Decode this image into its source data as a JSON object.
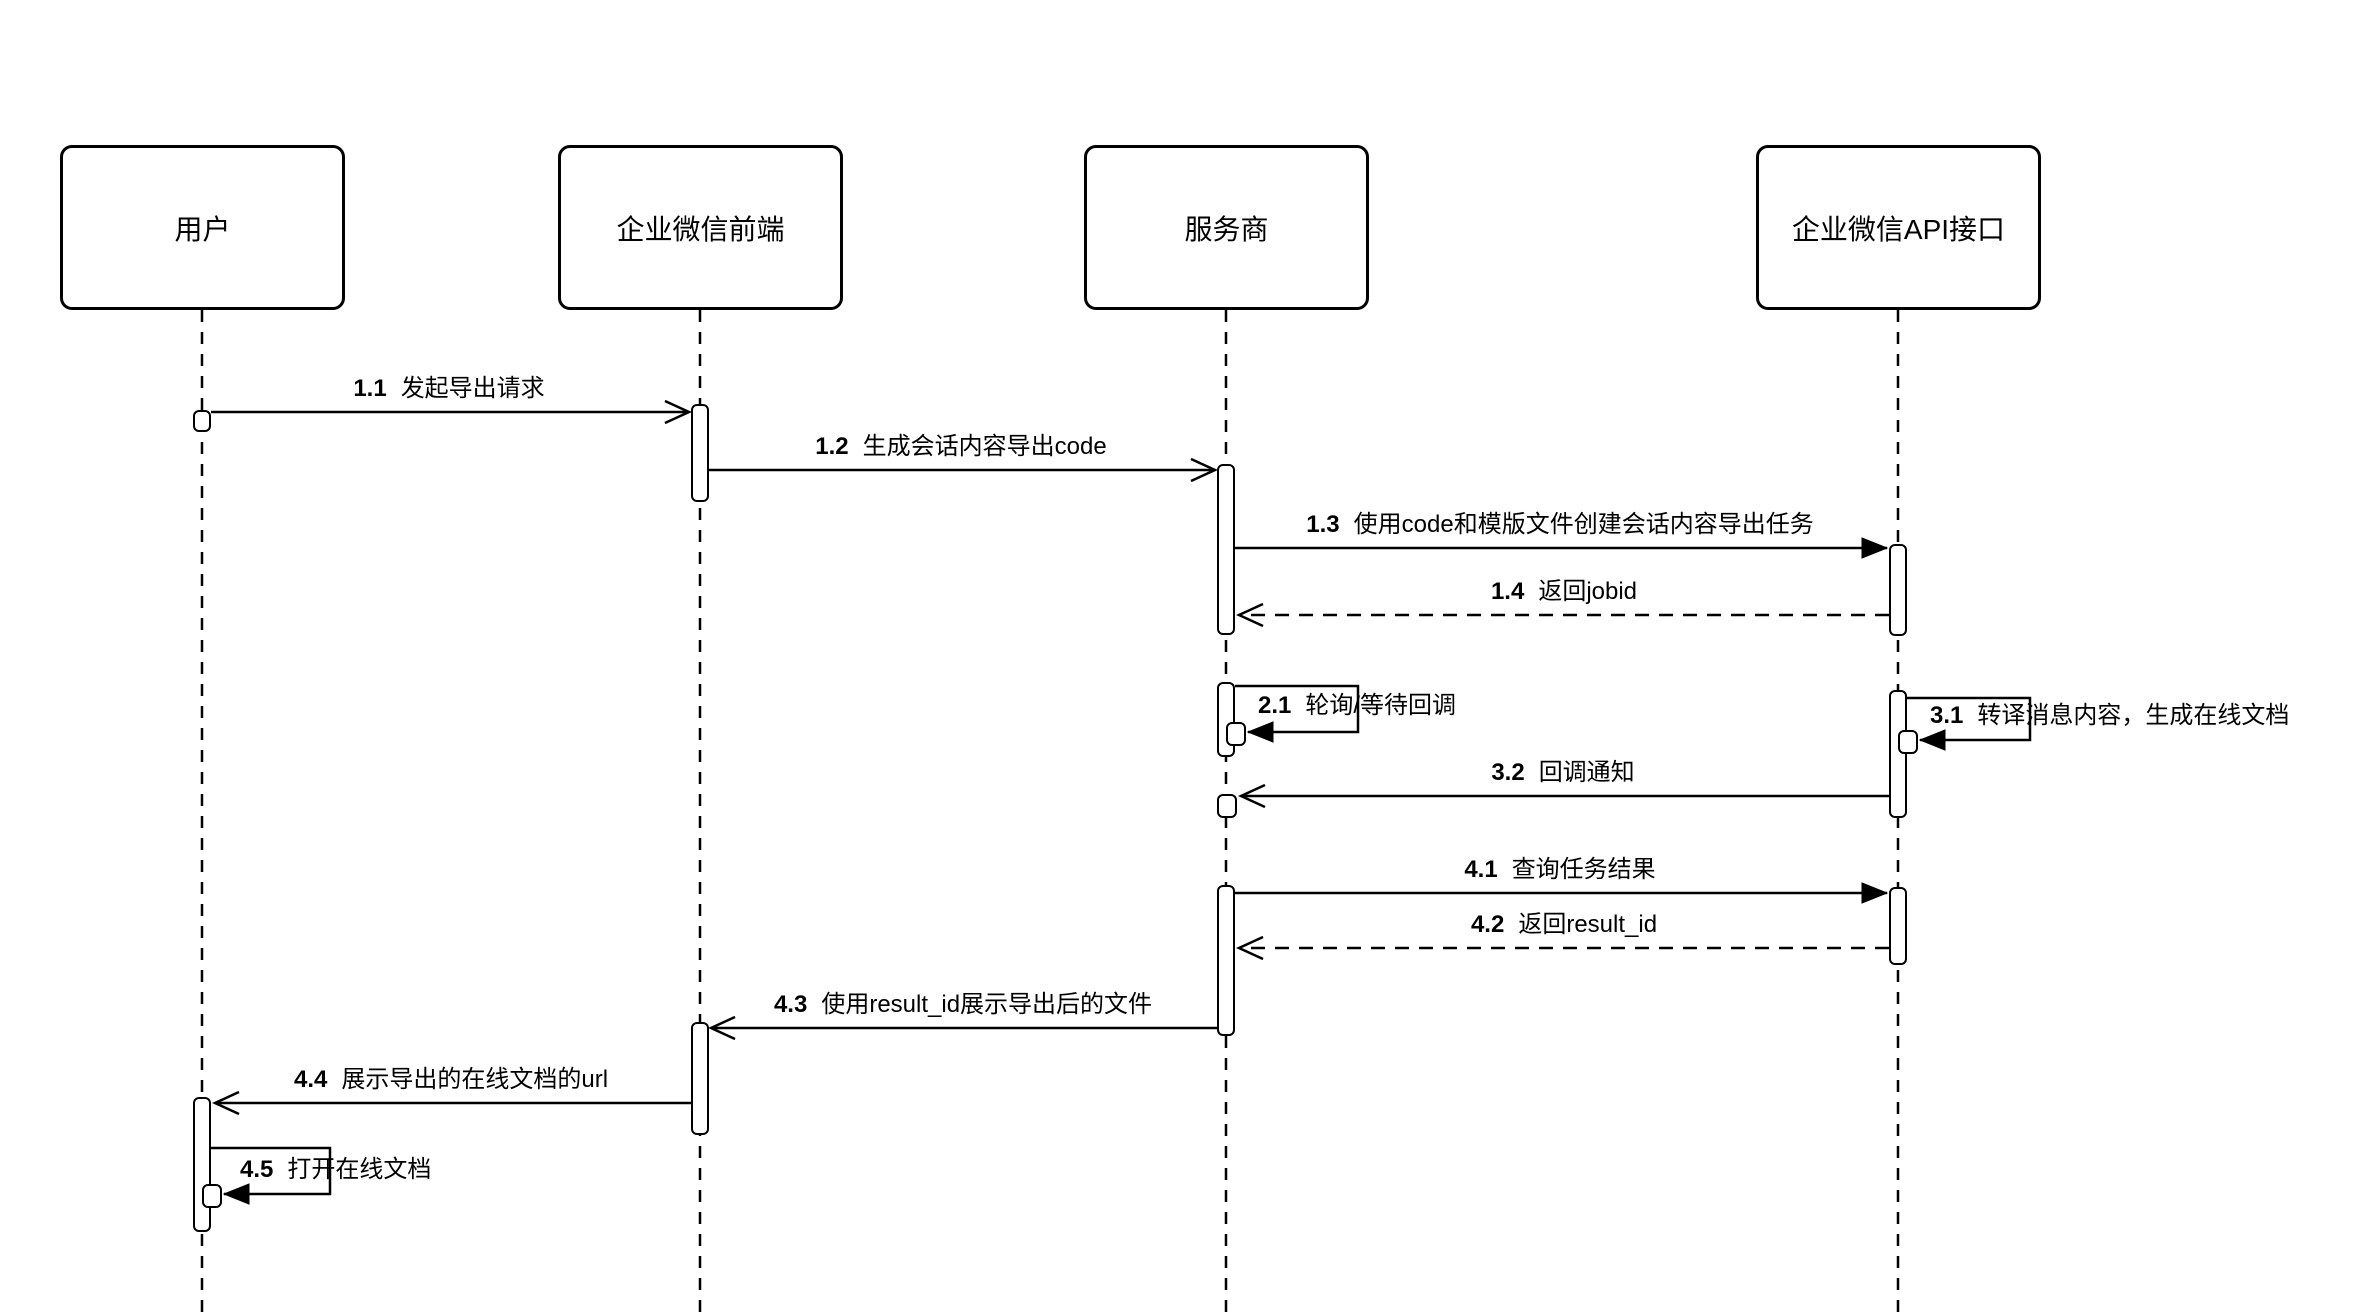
{
  "diagram": {
    "type": "sequence-diagram",
    "actors": [
      {
        "label": "用户"
      },
      {
        "label": "企业微信前端"
      },
      {
        "label": "服务商"
      },
      {
        "label": "企业微信API接口"
      }
    ],
    "messages": [
      {
        "num": "1.1",
        "text": "发起导出请求",
        "from": "用户",
        "to": "企业微信前端",
        "style": "solid-open"
      },
      {
        "num": "1.2",
        "text": "生成会话内容导出code",
        "from": "企业微信前端",
        "to": "服务商",
        "style": "solid-open"
      },
      {
        "num": "1.3",
        "text": "使用code和模版文件创建会话内容导出任务",
        "from": "服务商",
        "to": "企业微信API接口",
        "style": "solid-filled"
      },
      {
        "num": "1.4",
        "text": "返回jobid",
        "from": "企业微信API接口",
        "to": "服务商",
        "style": "dashed-return"
      },
      {
        "num": "2.1",
        "text": "轮询/等待回调",
        "from": "服务商",
        "to": "服务商",
        "style": "self"
      },
      {
        "num": "3.1",
        "text": "转译消息内容，生成在线文档",
        "from": "企业微信API接口",
        "to": "企业微信API接口",
        "style": "self"
      },
      {
        "num": "3.2",
        "text": "回调通知",
        "from": "企业微信API接口",
        "to": "服务商",
        "style": "solid-open"
      },
      {
        "num": "4.1",
        "text": "查询任务结果",
        "from": "服务商",
        "to": "企业微信API接口",
        "style": "solid-filled"
      },
      {
        "num": "4.2",
        "text": "返回result_id",
        "from": "企业微信API接口",
        "to": "服务商",
        "style": "dashed-return"
      },
      {
        "num": "4.3",
        "text": "使用result_id展示导出后的文件",
        "from": "服务商",
        "to": "企业微信前端",
        "style": "solid-open"
      },
      {
        "num": "4.4",
        "text": "展示导出的在线文档的url",
        "from": "企业微信前端",
        "to": "用户",
        "style": "solid-open"
      },
      {
        "num": "4.5",
        "text": "打开在线文档",
        "from": "用户",
        "to": "用户",
        "style": "self"
      }
    ],
    "colors": {
      "stroke": "#000000",
      "background": "#ffffff"
    }
  }
}
